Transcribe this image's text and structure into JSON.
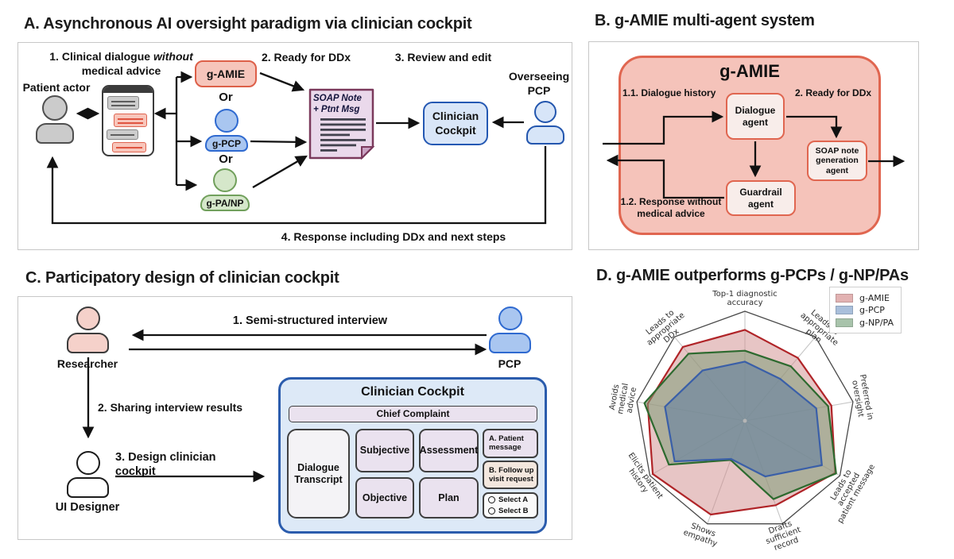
{
  "panel_a": {
    "title": "A. Asynchronous AI oversight paradigm via clinician cockpit",
    "step1_prefix": "1. Clinical dialogue ",
    "step1_italic": "without",
    "step1_line2": "medical advice",
    "step2": "2. Ready for DDx",
    "step3": "3. Review and edit",
    "step4": "4. Response including DDx and next steps",
    "patient_actor": "Patient actor",
    "overseeing_pcp": "Overseeing\nPCP",
    "g_amie": "g-AMIE",
    "or1": "Or",
    "or2": "Or",
    "g_pcp": "g-PCP",
    "g_pa_np": "g-PA/NP",
    "soap_note": "SOAP Note\n+ Ptnt Msg",
    "clinician_cockpit": "Clinician\nCockpit"
  },
  "panel_b": {
    "title": "B. g-AMIE multi-agent system",
    "container_title": "g-AMIE",
    "label_1_1": "1.1. Dialogue history",
    "label_2": "2. Ready for DDx",
    "label_1_2": "1.2. Response without\nmedical advice",
    "dialogue_agent": "Dialogue\nagent",
    "soap_agent": "SOAP note\ngeneration\nagent",
    "guardrail_agent": "Guardrail\nagent"
  },
  "panel_c": {
    "title": "C. Participatory design of clinician cockpit",
    "researcher": "Researcher",
    "pcp": "PCP",
    "ui_designer": "UI Designer",
    "step1": "1. Semi-structured interview",
    "step2": "2. Sharing interview results",
    "step3": "3. Design clinician cockpit",
    "cockpit": {
      "title": "Clinician Cockpit",
      "chief_complaint": "Chief Complaint",
      "dialogue_transcript": "Dialogue\nTranscript",
      "subjective": "Subjective",
      "objective": "Objective",
      "assessment": "Assessment",
      "plan": "Plan",
      "patient_message": "A. Patient\nmessage",
      "follow_up": "B. Follow up\nvisit request",
      "select_a": "Select A",
      "select_b": "Select B"
    }
  },
  "panel_d": {
    "title": "D. g-AMIE outperforms g-PCPs / g-NP/PAs"
  },
  "chart_data": {
    "type": "radar",
    "title": "D. g-AMIE outperforms g-PCPs / g-NP/PAs",
    "rlim": [
      0,
      1
    ],
    "grid": "spokes-and-outer-ring",
    "legend_position": "top-right",
    "categories": [
      "Top-1 diagnostic\naccuracy",
      "Leads to\nappropriate\nplan",
      "Preferred in\noversight",
      "Leads to\naccepted\npatient message",
      "Drafts\nsufficient\nrecord",
      "Shows\nempathy",
      "Elicits patient\nhistory",
      "Avoids\nmedical\nadvice",
      "Leads to\nappropriate\nDDx"
    ],
    "series": [
      {
        "name": "g-AMIE",
        "line_color": "#b02428",
        "fill_color": "#d08c8c",
        "fill_opacity": 0.5,
        "legend_color": "#e2b2b2",
        "values": [
          0.83,
          0.75,
          0.8,
          0.95,
          0.82,
          0.91,
          0.97,
          0.9,
          0.88
        ]
      },
      {
        "name": "g-PCP",
        "line_color": "#3a5fa8",
        "fill_color": "#68839f",
        "fill_opacity": 0.62,
        "legend_color": "#a9bfdb",
        "values": [
          0.54,
          0.5,
          0.66,
          0.81,
          0.54,
          0.37,
          0.74,
          0.74,
          0.6
        ]
      },
      {
        "name": "g-NP/PA",
        "line_color": "#2d6a2f",
        "fill_color": "#7f9c78",
        "fill_opacity": 0.55,
        "legend_color": "#a8c3ab",
        "values": [
          0.64,
          0.65,
          0.77,
          0.96,
          0.76,
          0.38,
          0.8,
          0.93,
          0.8
        ]
      }
    ]
  }
}
